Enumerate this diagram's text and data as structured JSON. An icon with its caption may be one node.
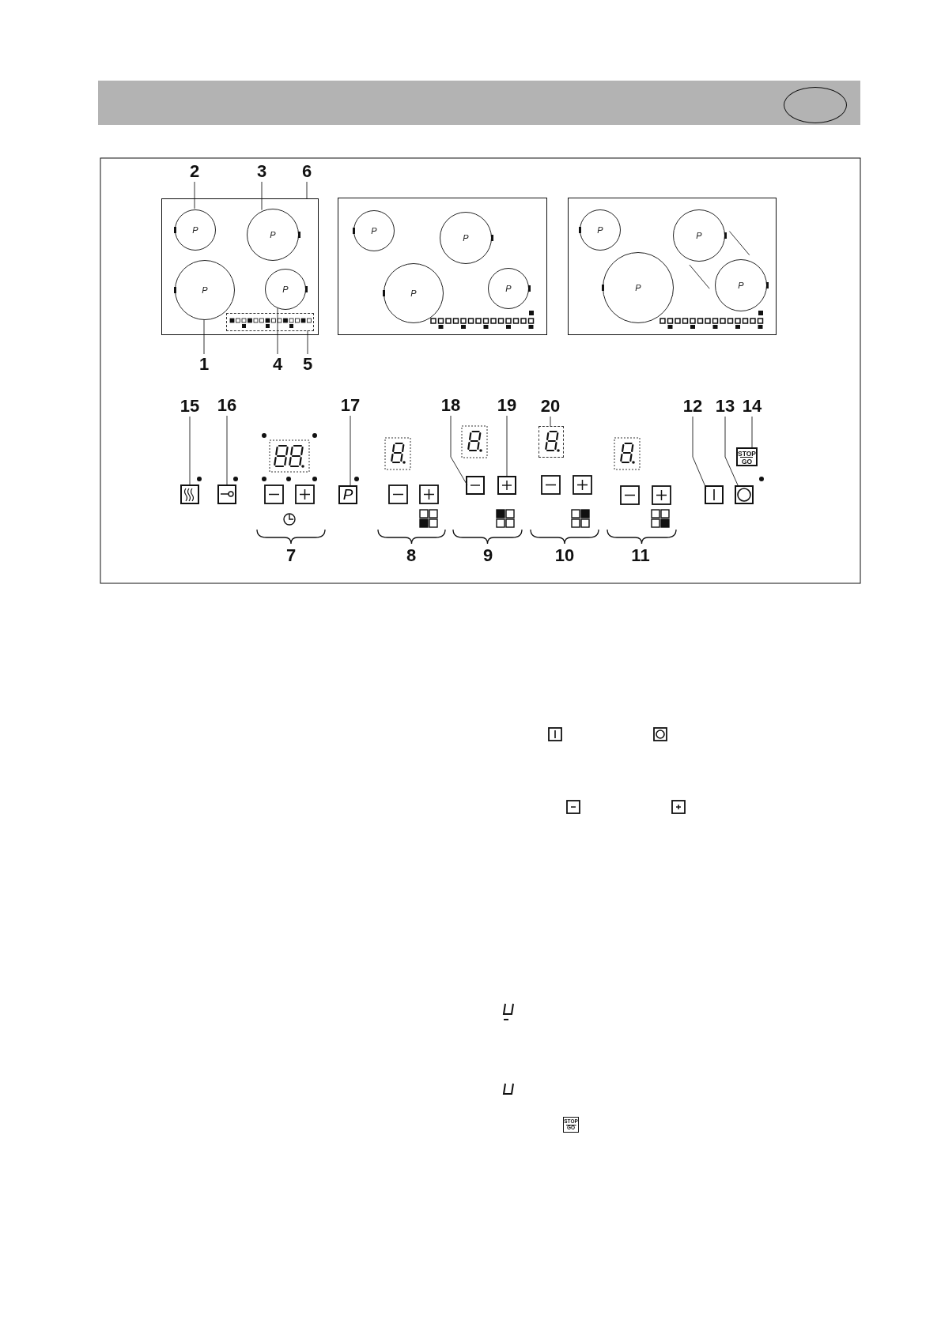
{
  "diagram": {
    "nodes": [
      {
        "text": [],
        "shape": "box"
      },
      {
        "text": [
          "P"
        ],
        "in": 0
      },
      {
        "text": [
          "P"
        ],
        "in": 0
      },
      {
        "text": [
          "P"
        ],
        "in": 0
      },
      {
        "text": [
          "P"
        ],
        "in": 0
      },
      {
        "text": [],
        "shape": "box",
        "in": 0
      },
      {
        "text": [
          "1"
        ]
      },
      {
        "text": [
          "2"
        ]
      },
      {
        "text": [
          "3"
        ]
      },
      {
        "text": [
          "4"
        ]
      },
      {
        "text": [
          "5"
        ]
      },
      {
        "text": [
          "6"
        ]
      },
      {
        "text": [],
        "shape": "box"
      },
      {
        "text": [
          "P"
        ],
        "in": 12
      },
      {
        "text": [
          "P"
        ],
        "in": 12
      },
      {
        "text": [
          "P"
        ],
        "in": 12
      },
      {
        "text": [
          "P"
        ],
        "in": 12
      },
      {
        "text": [],
        "shape": "box"
      },
      {
        "text": [
          "P"
        ],
        "in": 17
      },
      {
        "text": [
          "P"
        ],
        "in": 17
      },
      {
        "text": [
          "P"
        ],
        "in": 17
      },
      {
        "text": [
          "P"
        ],
        "in": 17
      },
      {
        "text": [
          "15"
        ]
      },
      {
        "text": [],
        "shape": "box"
      },
      {
        "text": [
          "16"
        ]
      },
      {
        "text": [],
        "shape": "box"
      },
      {
        "text": [
          "17"
        ]
      },
      {
        "text": [
          "P"
        ]
      },
      {
        "text": [
          "18"
        ]
      },
      {
        "text": [],
        "shape": "box"
      },
      {
        "text": [
          "19"
        ]
      },
      {
        "text": [],
        "shape": "box"
      },
      {
        "text": [
          "20"
        ]
      },
      {
        "text": [],
        "shape": "box"
      },
      {
        "text": [
          "12"
        ]
      },
      {
        "text": [],
        "shape": "box"
      },
      {
        "text": [
          "13"
        ]
      },
      {
        "text": [],
        "shape": "box"
      },
      {
        "text": [
          "14"
        ]
      },
      {
        "text": [
          "STOP GO"
        ]
      },
      {
        "text": [],
        "shape": "circle"
      }
    ],
    "edges": [
      {
        "from": 6,
        "to": 3,
        "arrow": "none"
      },
      {
        "from": 7,
        "to": 1,
        "arrow": "none"
      },
      {
        "from": 8,
        "to": 2,
        "arrow": "none"
      },
      {
        "from": 9,
        "to": 4,
        "arrow": "none"
      },
      {
        "from": 10,
        "to": 5,
        "arrow": "none"
      },
      {
        "from": 11,
        "to": 0,
        "arrow": "none"
      },
      {
        "from": 22,
        "to": 23,
        "arrow": "none"
      },
      {
        "from": 24,
        "to": 25,
        "arrow": "none"
      },
      {
        "from": 26,
        "to": 27,
        "arrow": "none"
      },
      {
        "from": 28,
        "to": 29,
        "arrow": "none"
      },
      {
        "from": 30,
        "to": 31,
        "arrow": "none"
      },
      {
        "from": 32,
        "to": 33,
        "arrow": "none"
      },
      {
        "from": 34,
        "to": 35,
        "arrow": "none"
      },
      {
        "from": 36,
        "to": 37,
        "arrow": "none"
      },
      {
        "from": 38,
        "to": 39,
        "arrow": "none"
      },
      {
        "from": 19,
        "to": 21,
        "arrow": "none"
      },
      {
        "from": 19,
        "to": 21,
        "arrow": "none"
      }
    ],
    "labels": [
      "7",
      "8",
      "9",
      "10",
      "11",
      "STOP GO"
    ]
  }
}
